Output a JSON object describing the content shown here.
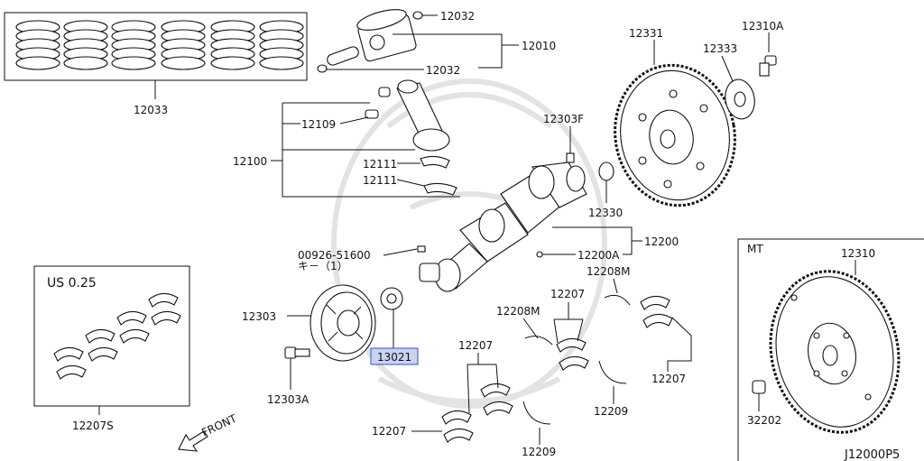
{
  "diagram": {
    "labels": {
      "p12032_top": "12032",
      "p12032_bot": "12032",
      "p12010": "12010",
      "p12033": "12033",
      "p12109": "12109",
      "p12100": "12100",
      "p12111_a": "12111",
      "p12111_b": "12111",
      "p12303F": "12303F",
      "p12330": "12330",
      "p12200": "12200",
      "p12200A": "12200A",
      "p00926": "00926-51600",
      "p00926_sub": "キ－（1）",
      "p12303": "12303",
      "p13021": "13021",
      "p12303A": "12303A",
      "p12331": "12331",
      "p12333": "12333",
      "p12310A": "12310A",
      "p12208M_a": "12208M",
      "p12208M_b": "12208M",
      "p12207_a": "12207",
      "p12207_b": "12207",
      "p12207_c": "12207",
      "p12207_d": "12207",
      "p12209_a": "12209",
      "p12209_b": "12209",
      "us_title": "US 0.25",
      "p12207S": "12207S",
      "mt_title": "MT",
      "p12310": "12310",
      "p32202": "32202",
      "front": "FRONT",
      "code": "J12000P5"
    },
    "highlight_color": "#c9d3f2",
    "highlight_border": "#3a4ec2"
  }
}
